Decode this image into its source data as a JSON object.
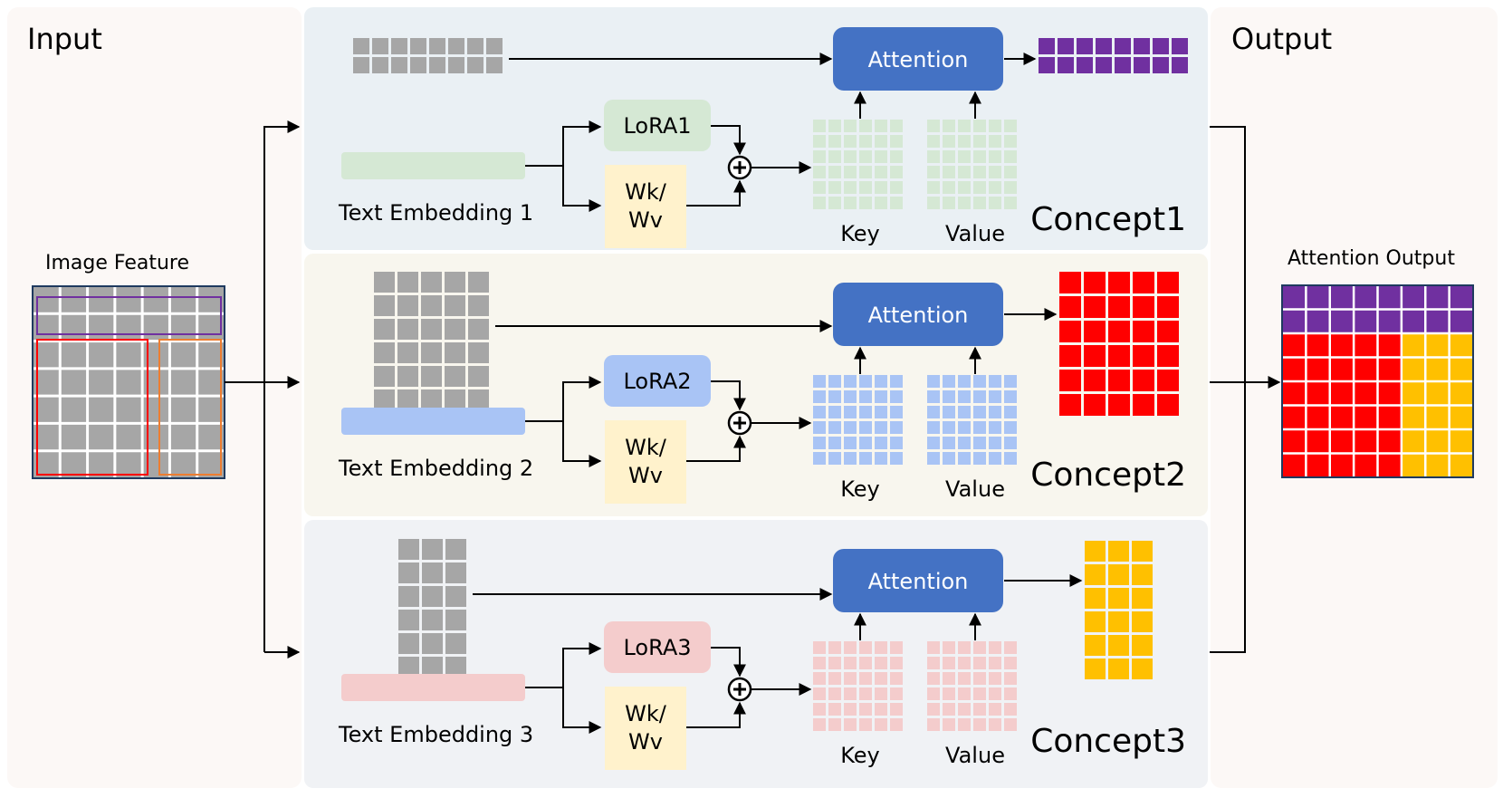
{
  "input_label": "Input",
  "output_label": "Output",
  "image_feature_label": "Image Feature",
  "attention_output_label": "Attention Output",
  "concepts": [
    {
      "name": "Concept1",
      "lora_label": "LoRA1",
      "weights_label": [
        "Wk/",
        "Wv"
      ],
      "text_embedding_label": "Text Embedding 1",
      "attention_label": "Attention",
      "key_label": "Key",
      "value_label": "Value",
      "color": "#d5e8d4",
      "output_color": "#7030a0"
    },
    {
      "name": "Concept2",
      "lora_label": "LoRA2",
      "weights_label": [
        "Wk/",
        "Wv"
      ],
      "text_embedding_label": "Text Embedding 2",
      "attention_label": "Attention",
      "key_label": "Key",
      "value_label": "Value",
      "color": "#a9c4f5",
      "output_color": "#ff0000"
    },
    {
      "name": "Concept3",
      "lora_label": "LoRA3",
      "weights_label": [
        "Wk/",
        "Wv"
      ],
      "text_embedding_label": "Text Embedding 3",
      "attention_label": "Attention",
      "key_label": "Key",
      "value_label": "Value",
      "color": "#f4cccc",
      "output_color": "#ffc000"
    }
  ],
  "colors": {
    "attention_box": "#4472c4",
    "weights_box": "#fff2cc",
    "image_feature_cell": "#a6a6a6",
    "panel_1": "#eaf0f4",
    "panel_2": "#f8f6ee",
    "panel_3": "#f0f2f5",
    "side_panel": "#fcf8f6"
  }
}
